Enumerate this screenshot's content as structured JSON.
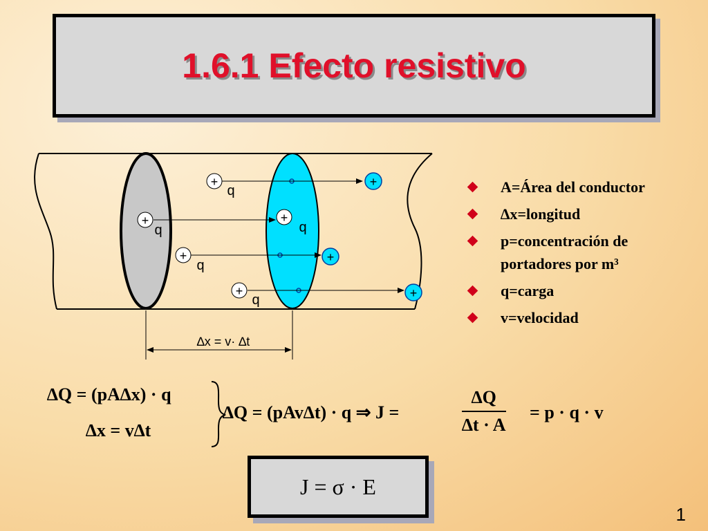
{
  "title": "1.6.1 Efecto resistivo",
  "diagram": {
    "charge_sign": "+",
    "charge_label": "q",
    "dimension_label": "∆x = v· ∆t"
  },
  "bullets": [
    {
      "text": "A=Área del conductor"
    },
    {
      "text": "∆x=longitud"
    },
    {
      "text": "p=concentración de portadores por m³"
    },
    {
      "text": "q=carga"
    },
    {
      "text": "v=velocidad"
    }
  ],
  "equations": {
    "line1": "∆Q = (pA∆x) · q",
    "line2": "∆x = v∆t",
    "main": "∆Q = (pAv∆t) · q ⇒ J =",
    "frac_num": "∆Q",
    "frac_den": "∆t · A",
    "result": "= p · q · v",
    "ohm": "J = σ · E"
  },
  "page_number": "1",
  "colors": {
    "title": "#e0102a",
    "cross_section_gray": "#c8c8c8",
    "cross_section_cyan": "#00e0ff",
    "bullet": "#d0001a"
  }
}
